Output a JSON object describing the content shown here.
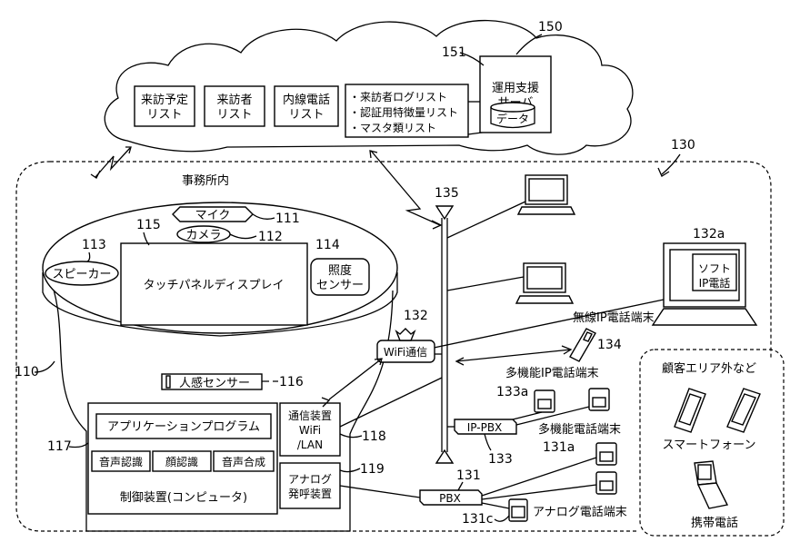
{
  "cloud": {
    "ref": "150",
    "lists": [
      "来訪予定\nリスト",
      "来訪者\nリスト",
      "内線電話\nリスト"
    ],
    "db_items": [
      "・来訪者ログリスト",
      "・認証用特徴量リスト",
      "・マスタ類リスト"
    ],
    "server": {
      "ref": "151",
      "title": "運用支援\nサーバ",
      "db": "データ"
    }
  },
  "office": {
    "ref": "130",
    "title": "事務所内",
    "antenna_ref": "135",
    "wifi": {
      "label": "WiFi通信",
      "ref": "132"
    },
    "softphone": {
      "label": "ソフト\nIP電話",
      "ref": "132a"
    },
    "wireless_phone": {
      "label": "無線IP電話端末",
      "ref": "134"
    },
    "mf_ip_phone": {
      "label": "多機能IP電話端末",
      "ref": "133a"
    },
    "ip_pbx": {
      "label": "IP-PBX",
      "ref": "133"
    },
    "mf_phone": {
      "label": "多機能電話端末",
      "ref": "131a"
    },
    "pbx": {
      "label": "PBX",
      "ref": "131"
    },
    "analog_phone": {
      "label": "アナログ電話端末",
      "ref": "131c"
    }
  },
  "robot": {
    "ref": "110",
    "mic": {
      "label": "マイク",
      "ref": "111"
    },
    "camera": {
      "label": "カメラ",
      "ref": "112"
    },
    "speaker": {
      "label": "スピーカー",
      "ref": "113"
    },
    "light_sensor": {
      "label": "照度\nセンサー",
      "ref": "114"
    },
    "touch_panel": {
      "label": "タッチパネルディスプレイ",
      "ref": "115"
    },
    "human_sensor": {
      "label": "人感センサー",
      "ref": "116"
    },
    "control": {
      "ref": "117",
      "label": "制御装置(コンピュータ)",
      "app": "アプリケーションプログラム",
      "modules": [
        "音声認識",
        "顔認識",
        "音声合成"
      ]
    },
    "comm": {
      "label": "通信装置\nWiFi\n/LAN",
      "ref": "118"
    },
    "caller": {
      "label": "アナログ\n発呼装置",
      "ref": "119"
    }
  },
  "outside": {
    "title": "顧客エリア外など",
    "smartphone": "スマートフォーン",
    "mobile": "携帯電話"
  }
}
